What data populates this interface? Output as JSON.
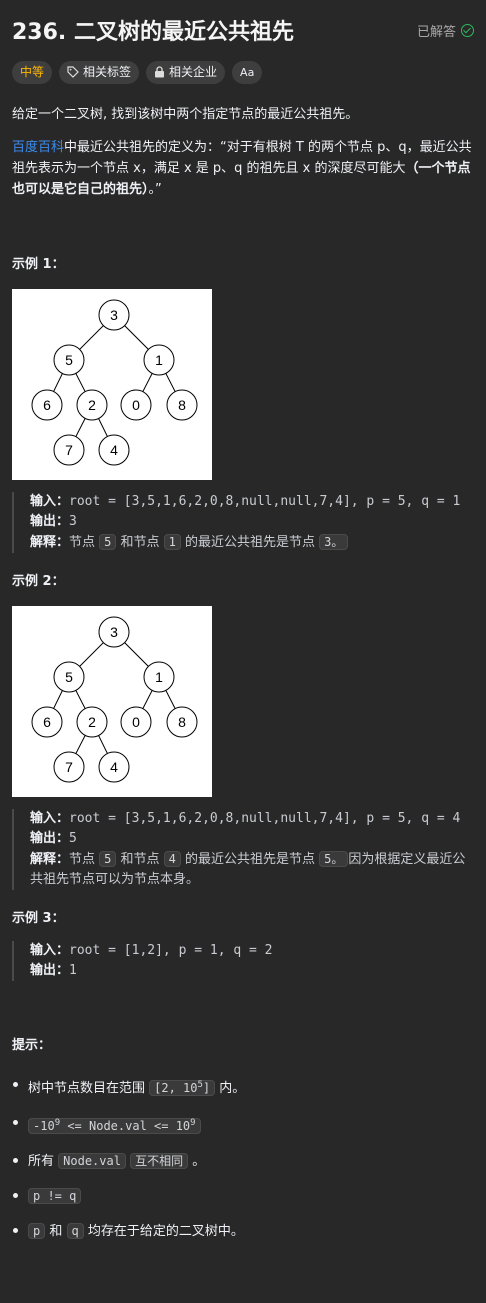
{
  "problem": {
    "title": "236. 二叉树的最近公共祖先",
    "status": "已解答"
  },
  "tags": {
    "difficulty": "中等",
    "related_tags": "相关标签",
    "related_companies": "相关企业",
    "font_toggle": "Aa"
  },
  "icons": {
    "tag": "tag-icon",
    "lock": "lock-icon",
    "font": "font-size-icon",
    "check": "check-circle-icon"
  },
  "colors": {
    "background": "#282828",
    "difficulty": "#ffb800",
    "link": "#3c8cf0",
    "solved": "#2cbb5d"
  },
  "description": {
    "intro": "给定一个二叉树, 找到该树中两个指定节点的最近公共祖先。",
    "link_text": "百度百科",
    "def_text": "中最近公共祖先的定义为：“对于有根树 T 的两个节点 p、q，最近公共祖先表示为一个节点 x，满足 x 是 p、q 的祖先且 x 的深度尽可能大",
    "def_bold": "（一个节点也可以是它自己的祖先）",
    "def_end": "。”"
  },
  "tree": {
    "nodes": [
      "3",
      "5",
      "1",
      "6",
      "2",
      "0",
      "8",
      "7",
      "4"
    ]
  },
  "examples": [
    {
      "title": "示例 1：",
      "input_label": "输入：",
      "input": "root = [3,5,1,6,2,0,8,null,null,7,4], p = 5, q = 1",
      "output_label": "输出：",
      "output": "3",
      "explain_label": "解释：",
      "explain_parts": [
        "节点 ",
        "5",
        " 和节点 ",
        "1",
        " 的最近公共祖先是节点 ",
        "3。"
      ]
    },
    {
      "title": "示例 2：",
      "input_label": "输入：",
      "input": "root = [3,5,1,6,2,0,8,null,null,7,4], p = 5, q = 4",
      "output_label": "输出：",
      "output": "5",
      "explain_label": "解释：",
      "explain_parts": [
        "节点 ",
        "5",
        " 和节点 ",
        "4",
        " 的最近公共祖先是节点 ",
        "5。",
        "因为根据定义最近公共祖先节点可以为节点本身。"
      ]
    },
    {
      "title": "示例 3：",
      "input_label": "输入：",
      "input": "root = [1,2], p = 1, q = 2",
      "output_label": "输出：",
      "output": "1"
    }
  ],
  "hints": {
    "title": "提示：",
    "h1_pre": "树中节点数目在范围 ",
    "h1_code": "[2, 10",
    "h1_sup": "5",
    "h1_code_end": "]",
    "h1_post": " 内。",
    "h2_code_a": "-10",
    "h2_sup_a": "9",
    "h2_code_b": " <= Node.val <= 10",
    "h2_sup_b": "9",
    "h3_pre": "所有 ",
    "h3_code": "Node.val",
    "h3_code2": "互不相同",
    "h3_post": " 。",
    "h4_code": "p != q",
    "h5_code_p": "p",
    "h5_mid": " 和 ",
    "h5_code_q": "q",
    "h5_post": " 均存在于给定的二叉树中。"
  }
}
